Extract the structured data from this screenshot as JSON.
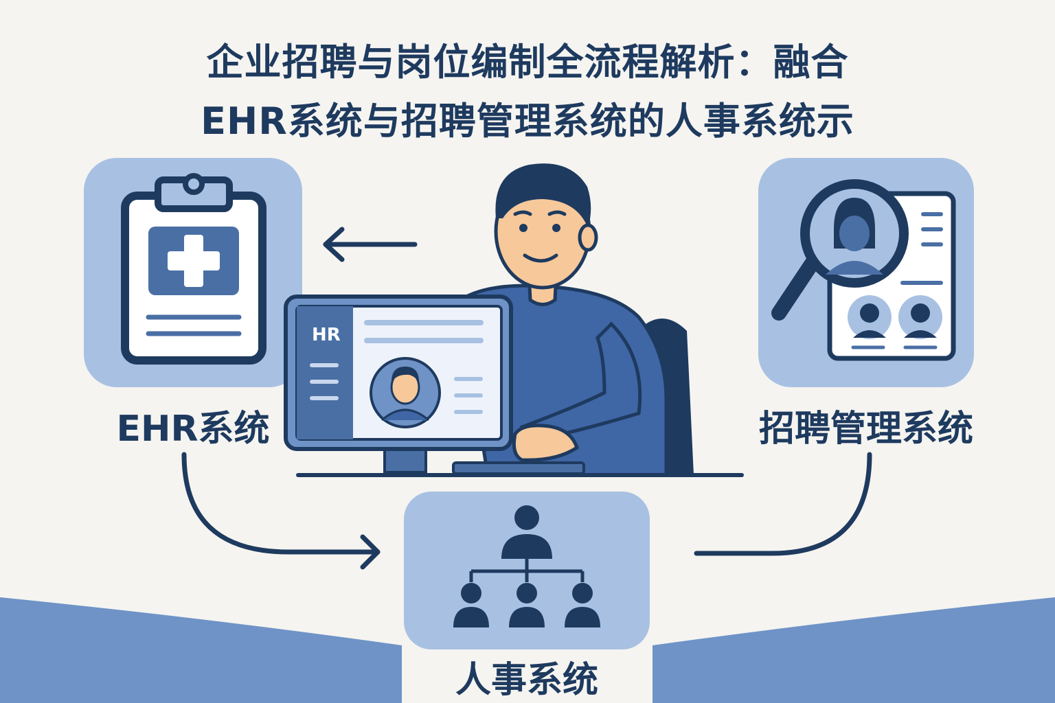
{
  "title": {
    "line1": "企业招聘与岗位编制全流程解析：融合",
    "line2": "EHR系统与招聘管理系统的人事系统示"
  },
  "nodes": {
    "ehr": {
      "label": "EHR系统",
      "icon": "clipboard-medical-icon"
    },
    "recruit": {
      "label": "招聘管理系统",
      "icon": "magnifier-candidates-icon"
    },
    "hr": {
      "label": "人事系统",
      "icon": "org-chart-icon"
    }
  },
  "monitor": {
    "brand": "HR"
  },
  "colors": {
    "navy": "#1e3a5f",
    "tile": "#a8c1e3",
    "mid_blue": "#4a6fa5",
    "shirt": "#3f66a5",
    "background": "#f5f4f0"
  }
}
